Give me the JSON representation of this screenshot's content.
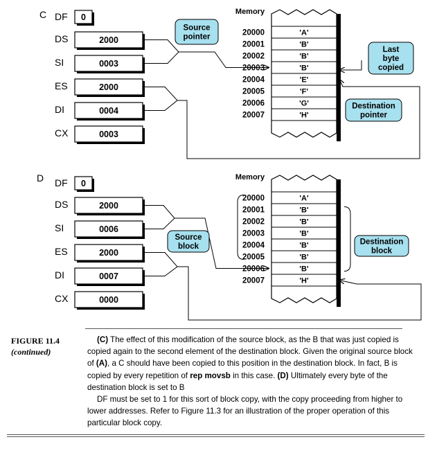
{
  "panel_c": {
    "label": "C",
    "registers": [
      {
        "name": "DF",
        "value": "0"
      },
      {
        "name": "DS",
        "value": "2000"
      },
      {
        "name": "SI",
        "value": "0003"
      },
      {
        "name": "ES",
        "value": "2000"
      },
      {
        "name": "DI",
        "value": "0004"
      },
      {
        "name": "CX",
        "value": "0003"
      }
    ],
    "memory_title": "Memory",
    "addresses": [
      "20000",
      "20001",
      "20002",
      "20003",
      "20004",
      "20005",
      "20006",
      "20007"
    ],
    "cells": [
      "'A'",
      "'B'",
      "'B'",
      "'B'",
      "'E'",
      "'F'",
      "'G'",
      "'H'"
    ],
    "callouts": {
      "source": [
        "Source",
        "pointer"
      ],
      "last_byte": [
        "Last",
        "byte",
        "copied"
      ],
      "destination": [
        "Destination",
        "pointer"
      ]
    }
  },
  "panel_d": {
    "label": "D",
    "registers": [
      {
        "name": "DF",
        "value": "0"
      },
      {
        "name": "DS",
        "value": "2000"
      },
      {
        "name": "SI",
        "value": "0006"
      },
      {
        "name": "ES",
        "value": "2000"
      },
      {
        "name": "DI",
        "value": "0007"
      },
      {
        "name": "CX",
        "value": "0000"
      }
    ],
    "memory_title": "Memory",
    "addresses": [
      "20000",
      "20001",
      "20002",
      "20003",
      "20004",
      "20005",
      "20006",
      "20007"
    ],
    "cells": [
      "'A'",
      "'B'",
      "'B'",
      "'B'",
      "'B'",
      "'B'",
      "'B'",
      "'H'"
    ],
    "callouts": {
      "source": [
        "Source",
        "block"
      ],
      "destination": [
        "Destination",
        "block"
      ]
    }
  },
  "colors": {
    "callout_fill": "#a7e0ee",
    "line": "#000000"
  },
  "caption": {
    "figure_number": "FIGURE 11.4",
    "figure_sub": "(continued)",
    "p1_a": "(C)",
    "p1_b": " The effect of this modification of the source block, as the B  that was just copied is copied again to the second element of the destination block. Given the original source block of ",
    "p1_c": "(A)",
    "p1_d": ", a C should have been copied to this position in the destination block. In fact, B is copied by every repetition of ",
    "p1_e": "rep movsb",
    "p1_f": " in this case. ",
    "p1_g": "(D)",
    "p1_h": " Ultimately every byte of the destination block is set to B",
    "p2": "DF must be set to 1 for this sort of block copy, with the copy proceeding from higher to lower addresses. Refer to Figure 11.3 for an illustration of the proper operation of this particular block copy."
  }
}
